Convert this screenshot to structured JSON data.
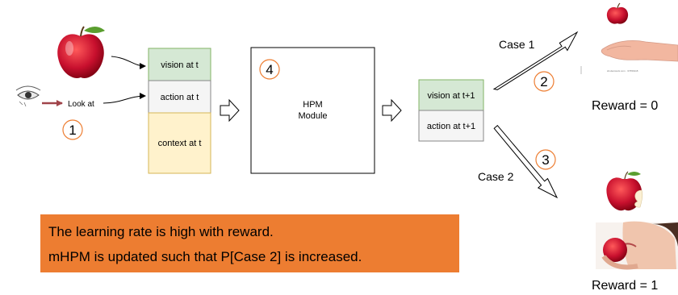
{
  "input": {
    "look_at_label": "Look at",
    "step_number": "1"
  },
  "input_stack": [
    {
      "label": "vision at t",
      "fill": "#d5e8d4"
    },
    {
      "label": "action at t",
      "fill": "#f5f5f5"
    },
    {
      "label": "context at t",
      "fill": "#fff2cc"
    }
  ],
  "module": {
    "line1": "HPM",
    "line2": "Module",
    "step_number": "4"
  },
  "output_stack": [
    {
      "label": "vision at t+1",
      "fill": "#d5e8d4"
    },
    {
      "label": "action at t+1",
      "fill": "#f5f5f5"
    }
  ],
  "case1": {
    "label": "Case 1",
    "step_number": "2",
    "reward": "Reward = 0",
    "image_caption": "shutterstock.com · 67659118"
  },
  "case2": {
    "label": "Case 2",
    "step_number": "3",
    "reward": "Reward = 1"
  },
  "note": {
    "line1": "The learning rate is high with reward.",
    "line2": "mHPM is updated such that P[Case 2] is increased.",
    "background": "#ed7d31"
  },
  "colors": {
    "circle_stroke": "#ed7d31",
    "apple_red": "#c8102e",
    "leaf_green": "#5a9e2f",
    "eye_arrow": "#a0444a"
  }
}
